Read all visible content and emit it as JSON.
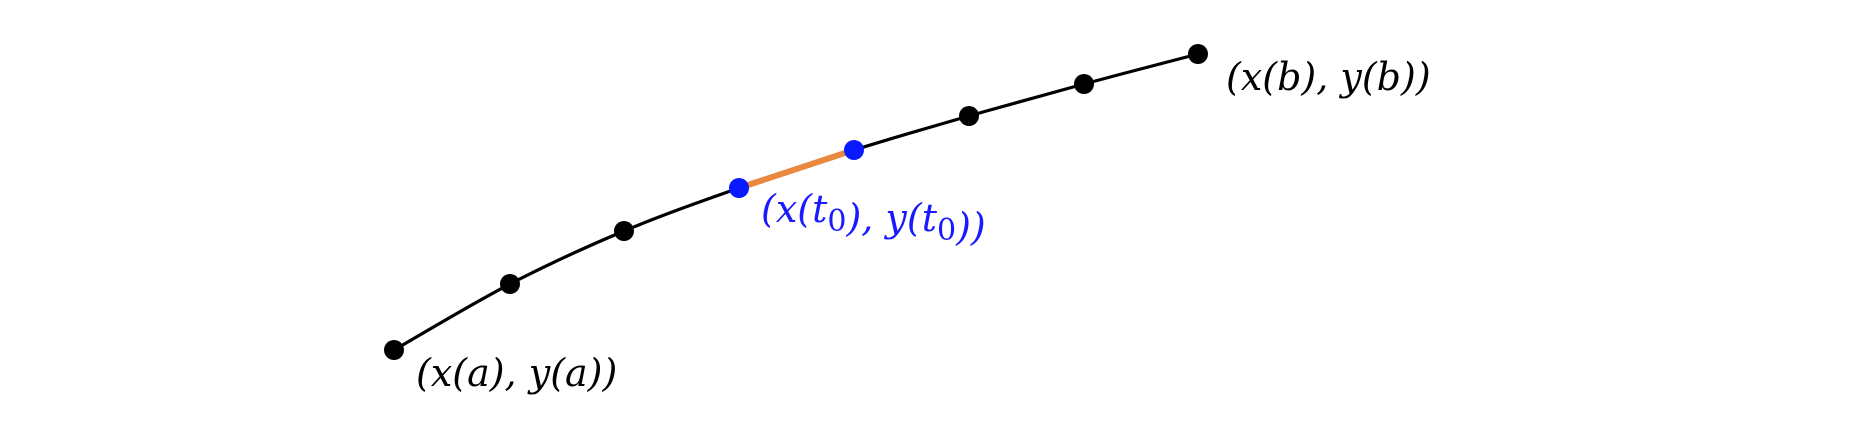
{
  "diagram": {
    "colors": {
      "curve": "#000000",
      "point": "#000000",
      "highlight_point": "#0a1aff",
      "segment": "#e8893f",
      "highlight_label": "#1a1aff"
    },
    "labels": {
      "start": "(x(a), y(a))",
      "end": "(x(b), y(b))",
      "highlight": "(x(t₀), y(t₀))"
    },
    "label_parts": {
      "start": [
        {
          "t": "(x(a), y(a))"
        }
      ],
      "end": [
        {
          "t": "(x(b), y(b))"
        }
      ],
      "highlight": [
        {
          "t": "(x(t"
        },
        {
          "t": "0",
          "sub": true
        },
        {
          "t": "), y(t"
        },
        {
          "t": "0",
          "sub": true
        },
        {
          "t": "))"
        }
      ]
    },
    "point_count": 8,
    "highlighted_points": [
      3,
      4
    ],
    "highlighted_segment": [
      3,
      4
    ]
  }
}
